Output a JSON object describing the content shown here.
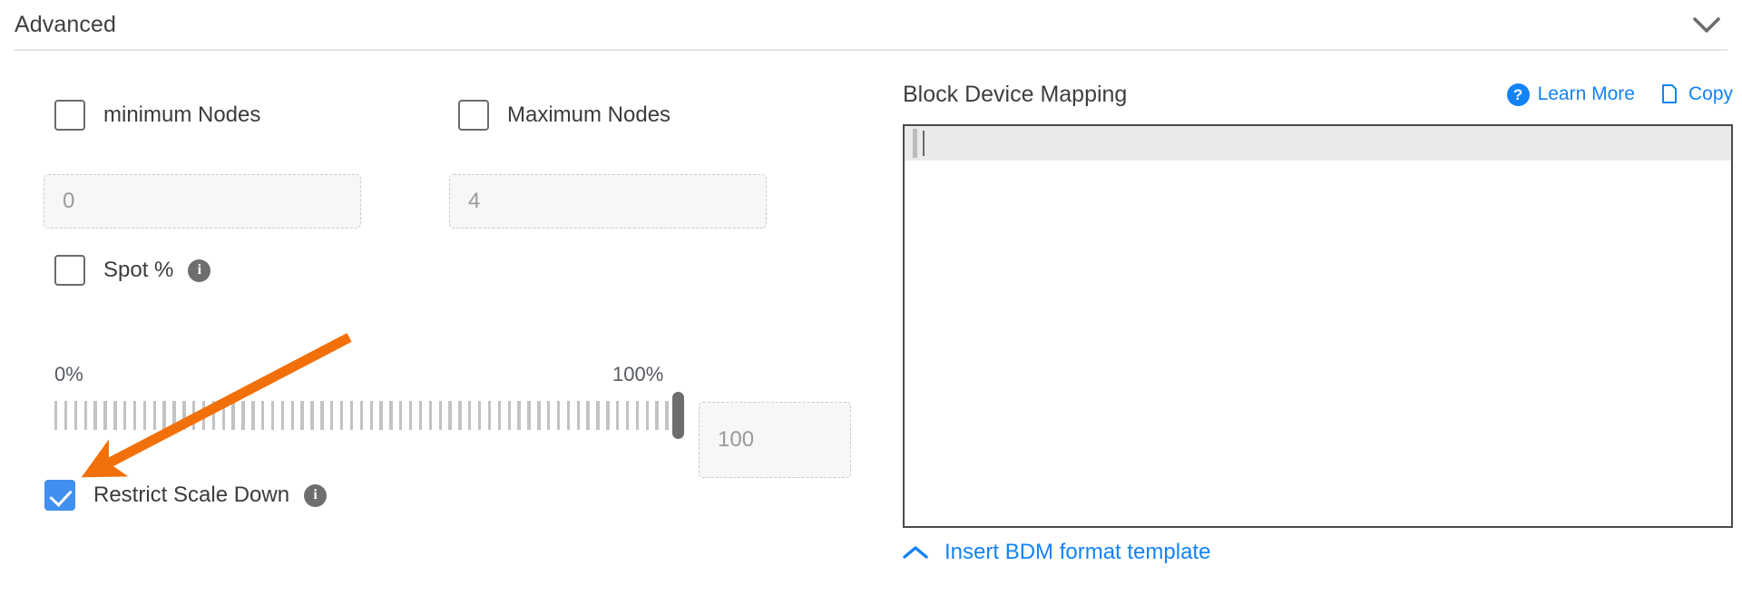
{
  "header": {
    "title": "Advanced",
    "collapse_icon": "chevron-down-icon"
  },
  "left_panel": {
    "min_nodes": {
      "checkbox_label": "minimum Nodes",
      "checked": false,
      "input_value": "0"
    },
    "max_nodes": {
      "checkbox_label": "Maximum Nodes",
      "checked": false,
      "input_value": "4"
    },
    "spot_percent": {
      "checkbox_label": "Spot %",
      "checked": false,
      "info_icon": "info-icon",
      "info_glyph": "i"
    },
    "slider": {
      "min_label": "0%",
      "max_label": "100%",
      "value": 100,
      "value_box": "100",
      "tick_count": 64
    },
    "restrict_scale_down": {
      "checkbox_label": "Restrict Scale Down",
      "checked": true,
      "info_icon": "info-icon",
      "info_glyph": "i"
    }
  },
  "right_panel": {
    "title": "Block Device Mapping",
    "actions": [
      {
        "label": "Learn More",
        "icon": "help-circle-icon",
        "icon_glyph": "?"
      },
      {
        "label": "Copy",
        "icon": "copy-icon"
      }
    ],
    "editor": {
      "content": "",
      "active_line": 1
    },
    "footer_link": {
      "label": "Insert BDM format template",
      "icon": "chevron-up-icon"
    }
  },
  "annotation": {
    "type": "arrow",
    "color": "#f27405",
    "points_to": "restrict-scale-down-checkbox"
  },
  "colors": {
    "accent_blue": "#1283f5",
    "checkbox_blue": "#4190ef",
    "annotation_orange": "#f27405",
    "text_dark": "#3c3c3c",
    "border_gray": "#4a4a4a"
  }
}
